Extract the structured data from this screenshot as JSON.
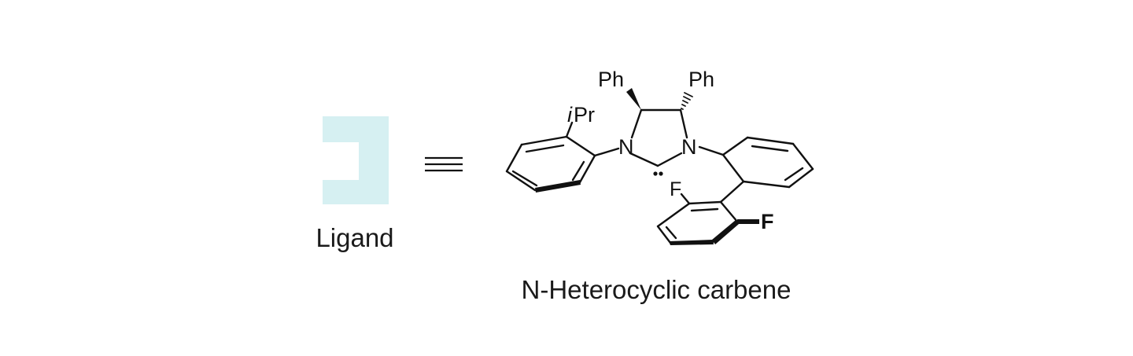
{
  "colors": {
    "ligand_shape": "#d6f0f2",
    "ink": "#111111"
  },
  "ligand": {
    "label": "Ligand"
  },
  "equivalence_symbol": "≡",
  "molecule": {
    "caption": "N-Heterocyclic carbene",
    "atoms": {
      "ph_left": "Ph",
      "ph_right": "Ph",
      "ipr_i": "i",
      "ipr_pr": "Pr",
      "n_left": "N",
      "n_right": "N",
      "f_top": "F",
      "f_bold": "F"
    }
  }
}
